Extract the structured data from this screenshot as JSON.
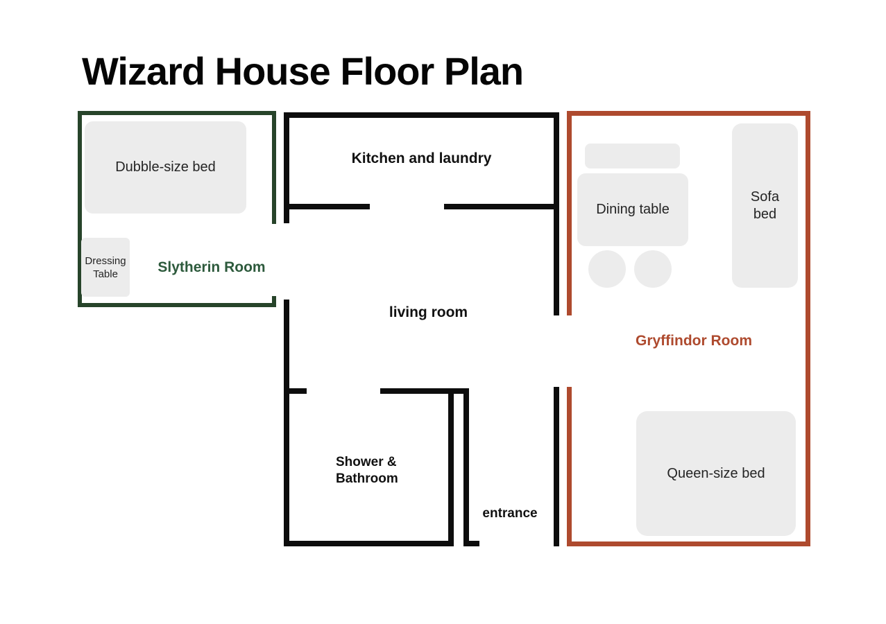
{
  "title": "Wizard House Floor Plan",
  "colors": {
    "wall_black": "#0d0d0d",
    "slytherin_border_green": "#27442a",
    "slytherin_label_green": "#2d5a3c",
    "gryffindor_red": "#ae4a2e",
    "furniture_gray": "#ececec"
  },
  "rooms": {
    "slytherin": {
      "label": "Slytherin Room",
      "furniture": {
        "double_bed": "Dubble-size bed",
        "dressing_table_line1": "Dressing",
        "dressing_table_line2": "Table"
      }
    },
    "kitchen": {
      "label": "Kitchen and laundry"
    },
    "living_room": {
      "label": "living room"
    },
    "bathroom": {
      "label_line1": "Shower &",
      "label_line2": "Bathroom"
    },
    "entrance": {
      "label": "entrance"
    },
    "gryffindor": {
      "label": "Gryffindor Room",
      "furniture": {
        "dining_table": "Dining table",
        "sofa_bed_line1": "Sofa",
        "sofa_bed_line2": "bed",
        "queen_bed": "Queen-size bed"
      }
    }
  }
}
